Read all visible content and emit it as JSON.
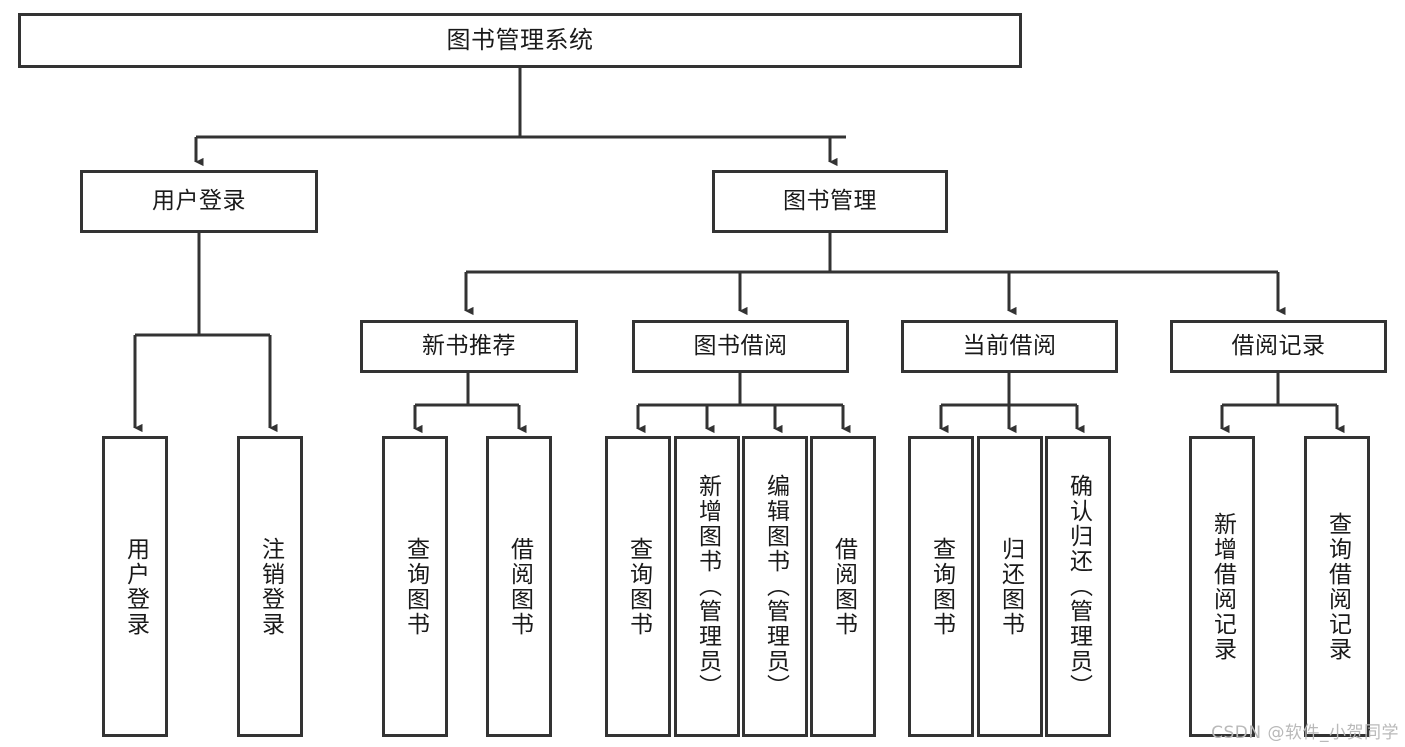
{
  "diagram": {
    "title": "图书管理系统",
    "type": "tree-hierarchy-chart",
    "theme": {
      "border_color": "#333333",
      "fill_color": "#ffffff",
      "text_color": "#1a1a1a",
      "line_color": "#333333",
      "watermark_color": "#b9b9b9"
    },
    "root": {
      "label": "图书管理系统"
    },
    "level2": [
      {
        "label": "用户登录"
      },
      {
        "label": "图书管理"
      }
    ],
    "level3": [
      {
        "label": "新书推荐"
      },
      {
        "label": "图书借阅"
      },
      {
        "label": "当前借阅"
      },
      {
        "label": "借阅记录"
      }
    ],
    "leaves": {
      "user_login": [
        {
          "label": "用户登录"
        },
        {
          "label": "注销登录"
        }
      ],
      "new_book_recommend": [
        {
          "label": "查询图书"
        },
        {
          "label": "借阅图书"
        }
      ],
      "book_borrow": [
        {
          "label": "查询图书"
        },
        {
          "label": "新增图书（管理员）"
        },
        {
          "label": "编辑图书（管理员）"
        },
        {
          "label": "借阅图书"
        }
      ],
      "current_borrow": [
        {
          "label": "查询图书"
        },
        {
          "label": "归还图书"
        },
        {
          "label": "确认归还（管理员）"
        }
      ],
      "borrow_record": [
        {
          "label": "新增借阅记录"
        },
        {
          "label": "查询借阅记录"
        }
      ]
    }
  },
  "watermark": {
    "text": "CSDN @软件_小贺同学"
  }
}
